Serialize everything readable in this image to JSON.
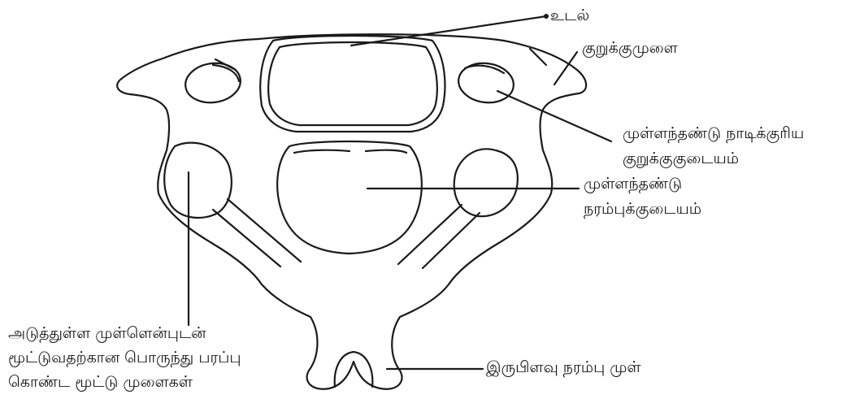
{
  "labels": {
    "body": "உடல்",
    "transverse_process": "குறுக்குமுளை",
    "transverse_foramen": [
      "முள்ளந்தண்டு நாடிக்குரிய",
      "குறுக்குகுடையம்"
    ],
    "vertebral_foramen": [
      "முள்ளந்தண்டு",
      "நரம்புக்குடையம்"
    ],
    "articular_processes": [
      "அடுத்துள்ள முள்ளென்புடன்",
      "மூட்டுவதற்கான பொருந்து பரப்பு",
      "கொண்ட மூட்டு முளைகள்"
    ],
    "bifid_spinous_process": "இருபிளவு நரம்பு முள்"
  },
  "colors": {
    "stroke": "#1a1a1a",
    "background": "#ffffff",
    "text": "#111111"
  }
}
